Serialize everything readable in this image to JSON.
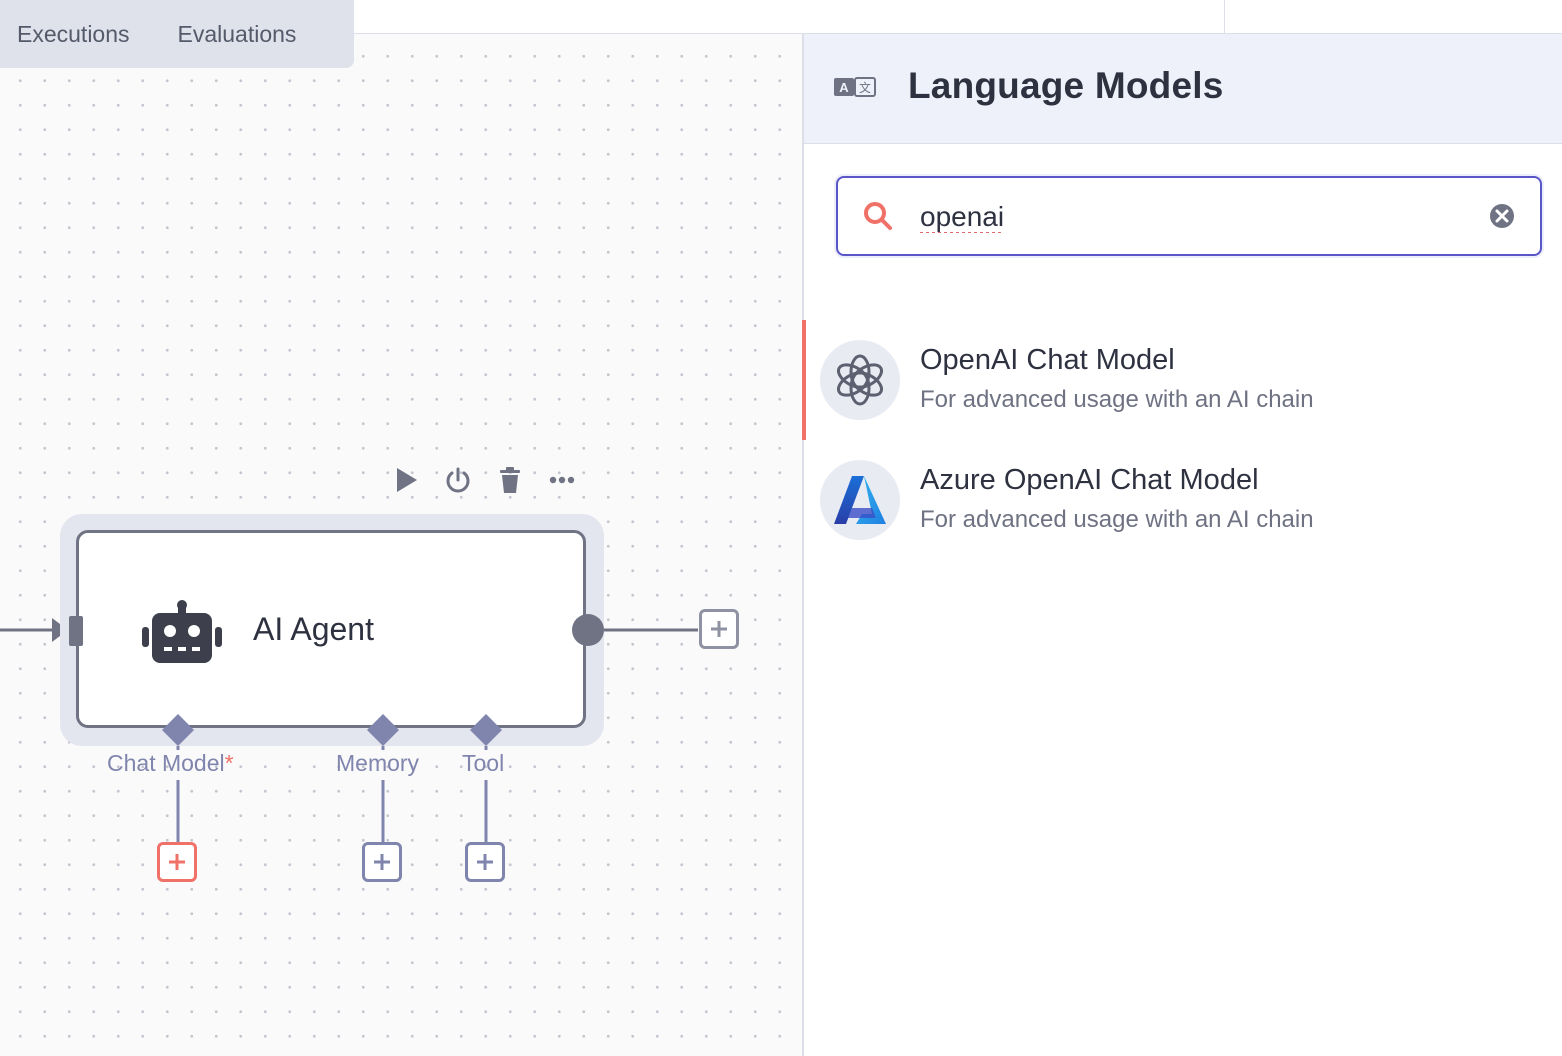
{
  "tabs": [
    {
      "label": "Executions"
    },
    {
      "label": "Evaluations"
    }
  ],
  "canvas": {
    "node": {
      "title": "AI Agent",
      "icon": "robot-icon",
      "toolbar": [
        "play-icon",
        "power-icon",
        "trash-icon",
        "more-icon"
      ]
    },
    "connectors": [
      {
        "label": "Chat Model",
        "required_mark": "*",
        "required": true
      },
      {
        "label": "Memory",
        "required": false
      },
      {
        "label": "Tool",
        "required": false
      }
    ]
  },
  "panel": {
    "icon": "translate-icon",
    "title": "Language Models",
    "search": {
      "value": "openai",
      "icon": "search-icon",
      "clear_icon": "clear-icon"
    },
    "results": [
      {
        "title": "OpenAI Chat Model",
        "description": "For advanced usage with an AI chain",
        "icon": "openai-icon",
        "active": true
      },
      {
        "title": "Azure OpenAI Chat Model",
        "description": "For advanced usage with an AI chain",
        "icon": "azure-icon",
        "active": false
      }
    ]
  },
  "colors": {
    "accent_required": "#f07168",
    "connector": "#8085ad",
    "search_border": "#5a56c7",
    "node_border": "#707383"
  }
}
